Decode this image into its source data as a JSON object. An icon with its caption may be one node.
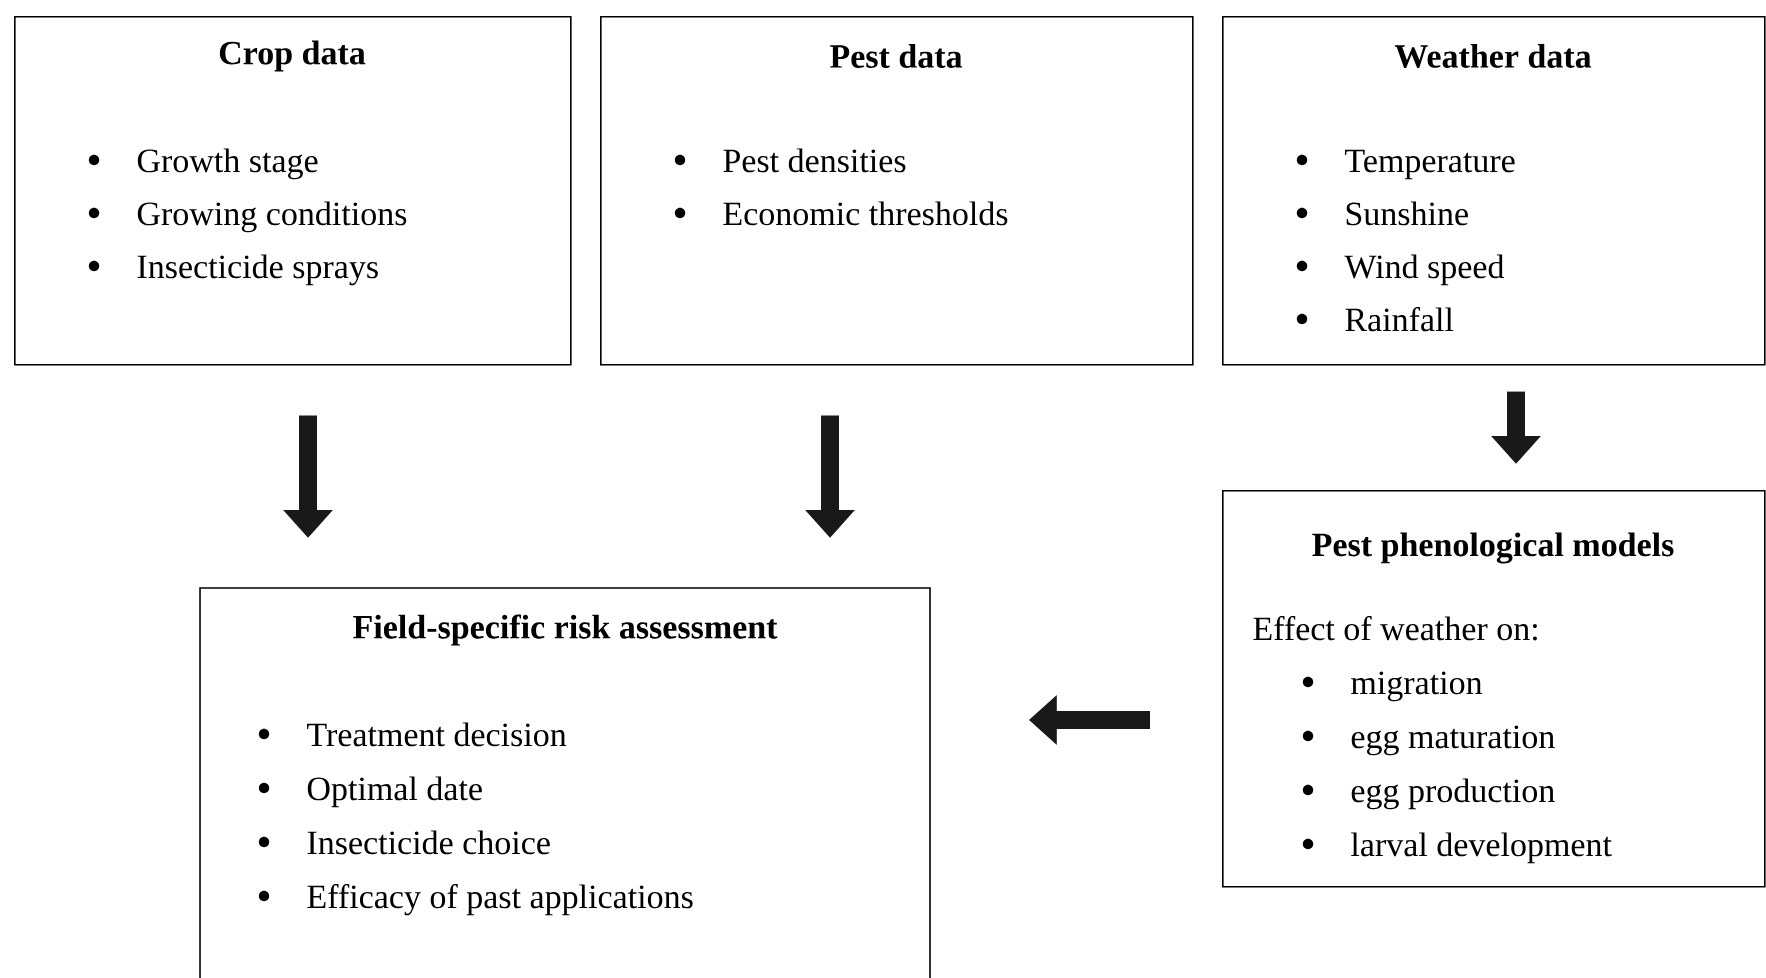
{
  "diagram": {
    "nodes": [
      {
        "text": [
          "Crop data",
          "Growth stage",
          "Growing conditions",
          "Insecticide sprays"
        ]
      },
      {
        "text": [
          "Pest data",
          "Pest densities",
          "Economic thresholds"
        ]
      },
      {
        "text": [
          "Weather data",
          "Temperature",
          "Sunshine",
          "Wind speed",
          "Rainfall"
        ]
      },
      {
        "text": [
          "Field-specific risk assessment",
          "Treatment decision",
          "Optimal date",
          "Insecticide choice",
          "Efficacy of past applications"
        ]
      },
      {
        "text": [
          "Pest phenological models",
          "Effect of weather on:",
          "migration",
          "egg maturation",
          "egg production",
          "larval development"
        ]
      }
    ],
    "edges": [
      {
        "from": 0,
        "to": 3,
        "arrow": "to"
      },
      {
        "from": 1,
        "to": 3,
        "arrow": "to"
      },
      {
        "from": 2,
        "to": 4,
        "arrow": "to"
      },
      {
        "from": 4,
        "to": 3,
        "arrow": "to"
      }
    ]
  }
}
